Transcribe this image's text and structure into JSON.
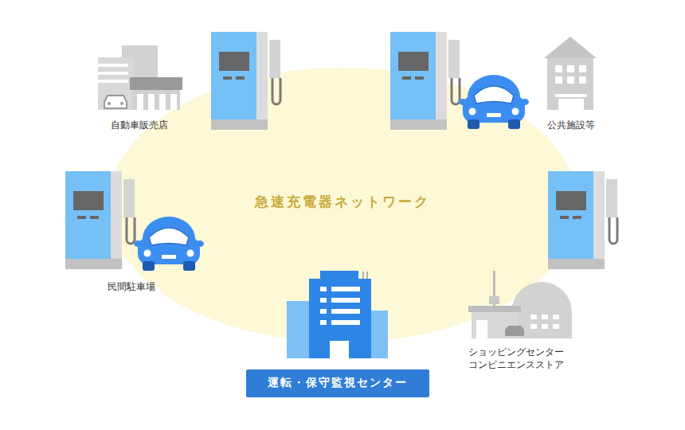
{
  "diagram": {
    "nodes": [
      {
        "text": [
          "急速充電器ネットワーク"
        ]
      },
      {
        "text": [
          "運転・保守監視センター"
        ]
      }
    ],
    "labels": [
      "自動車販売店",
      "公共施設等",
      "民間駐車場",
      "ショッピングセンター コンビニエンスストア"
    ]
  }
}
